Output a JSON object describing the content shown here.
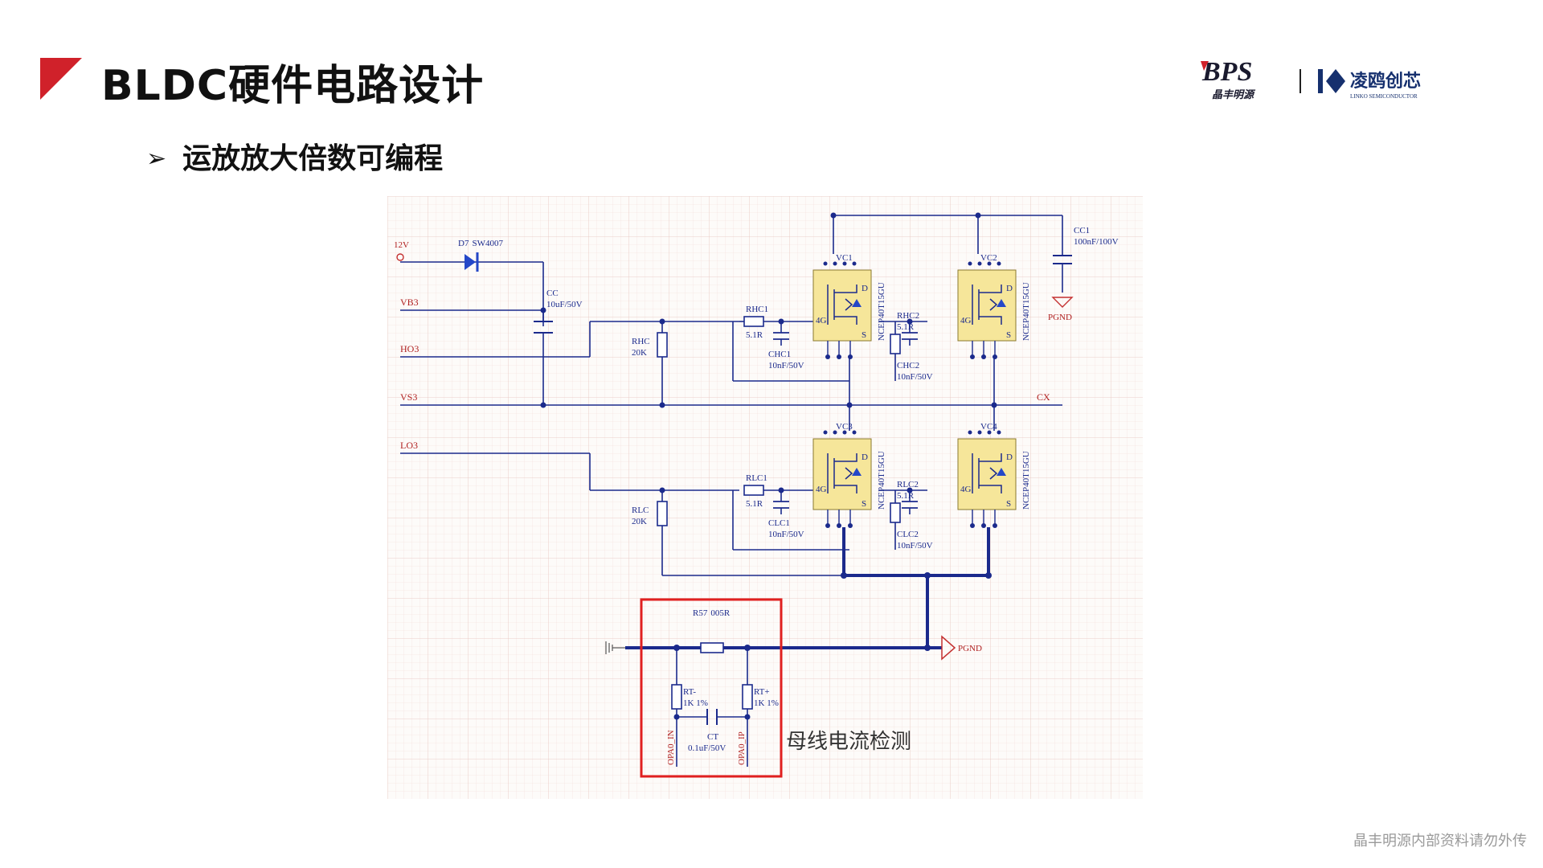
{
  "header": {
    "title": "BLDC硬件电路设计"
  },
  "bullet": {
    "text": "运放放大倍数可编程"
  },
  "logos": {
    "bps_text": "BPS",
    "bps_sub": "晶丰明源",
    "lk_text": "凌鸥创芯",
    "lk_sub": "LINKO SEMICONDUCTOR"
  },
  "schematic": {
    "nets": {
      "v12": "12V",
      "vb3": "VB3",
      "ho3": "HO3",
      "vs3": "VS3",
      "lo3": "LO3",
      "cx": "CX",
      "pgnd": "PGND"
    },
    "diode": {
      "ref": "D7",
      "part": "SW4007"
    },
    "cc": {
      "ref": "CC",
      "value": "10uF/50V"
    },
    "cc1": {
      "ref": "CC1",
      "value": "100nF/100V"
    },
    "rhc": {
      "ref": "RHC",
      "value": "20K"
    },
    "rlc": {
      "ref": "RLC",
      "value": "20K"
    },
    "rhc1": {
      "ref": "RHC1",
      "value": "5.1R"
    },
    "rhc2": {
      "ref": "RHC2",
      "value": "5.1R"
    },
    "rlc1": {
      "ref": "RLC1",
      "value": "5.1R"
    },
    "rlc2": {
      "ref": "RLC2",
      "value": "5.1R"
    },
    "chc1": {
      "ref": "CHC1",
      "value": "10nF/50V"
    },
    "chc2": {
      "ref": "CHC2",
      "value": "10nF/50V"
    },
    "clc1": {
      "ref": "CLC1",
      "value": "10nF/50V"
    },
    "clc2": {
      "ref": "CLC2",
      "value": "10nF/50V"
    },
    "mosfets": [
      {
        "ref": "VC1",
        "part": "NCEP40T15GU"
      },
      {
        "ref": "VC2",
        "part": "NCEP40T15GU"
      },
      {
        "ref": "VC3",
        "part": "NCEP40T15GU"
      },
      {
        "ref": "VC4",
        "part": "NCEP40T15GU"
      }
    ],
    "pin_g": "4G",
    "pin_d": "D",
    "pin_s": "S",
    "r57": {
      "ref": "R57",
      "value": "005R"
    },
    "rt_minus": {
      "ref": "RT-",
      "value": "1K 1%"
    },
    "rt_plus": {
      "ref": "RT+",
      "value": "1K 1%"
    },
    "ct": {
      "ref": "CT",
      "value": "0.1uF/50V"
    },
    "opa_in": "OPA0_IN",
    "opa_ip": "OPA0_IP",
    "annotation": "母线电流检测"
  },
  "footer": {
    "text": "晶丰明源内部资料请勿外传"
  },
  "colors": {
    "accent_red": "#d0212a",
    "wire_blue": "#1b2a8c",
    "net_red": "#b02020",
    "mos_fill": "#f6e69a"
  }
}
